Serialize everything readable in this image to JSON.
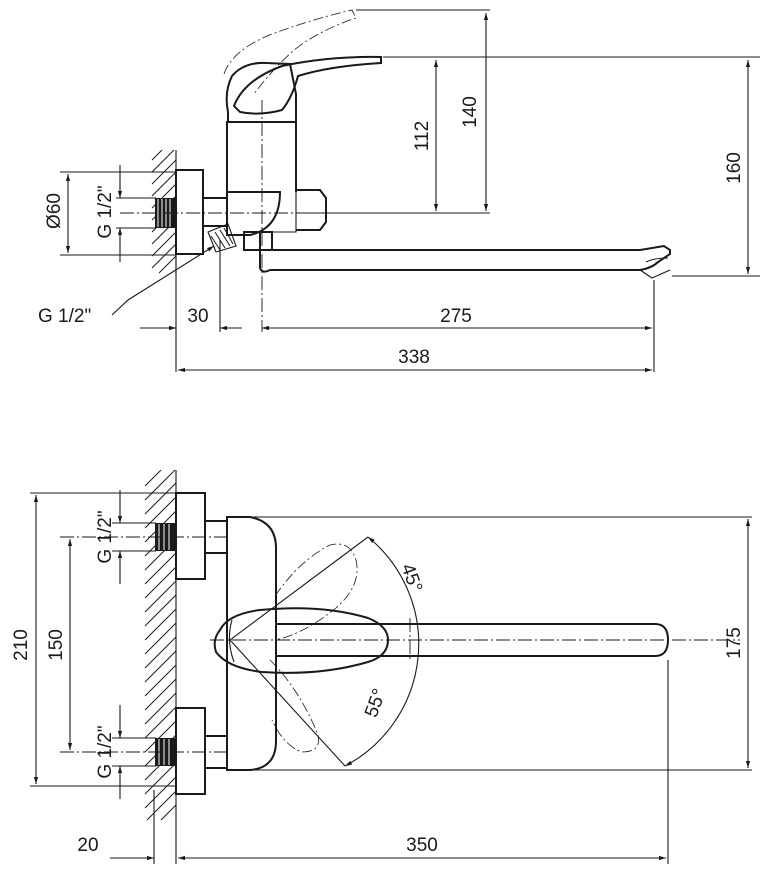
{
  "side_view": {
    "dims": {
      "d60": "Ø60",
      "g12_a": "G 1/2\"",
      "g12_leader": "G 1/2\"",
      "d112": "112",
      "d140": "140",
      "d160": "160",
      "d30": "30",
      "d275": "275",
      "d338": "338"
    }
  },
  "top_view": {
    "dims": {
      "g12_top": "G 1/2\"",
      "g12_bottom": "G 1/2\"",
      "d210": "210",
      "d150": "150",
      "d175": "175",
      "a45": "45°",
      "a55": "55°",
      "d20": "20",
      "d350": "350"
    }
  }
}
